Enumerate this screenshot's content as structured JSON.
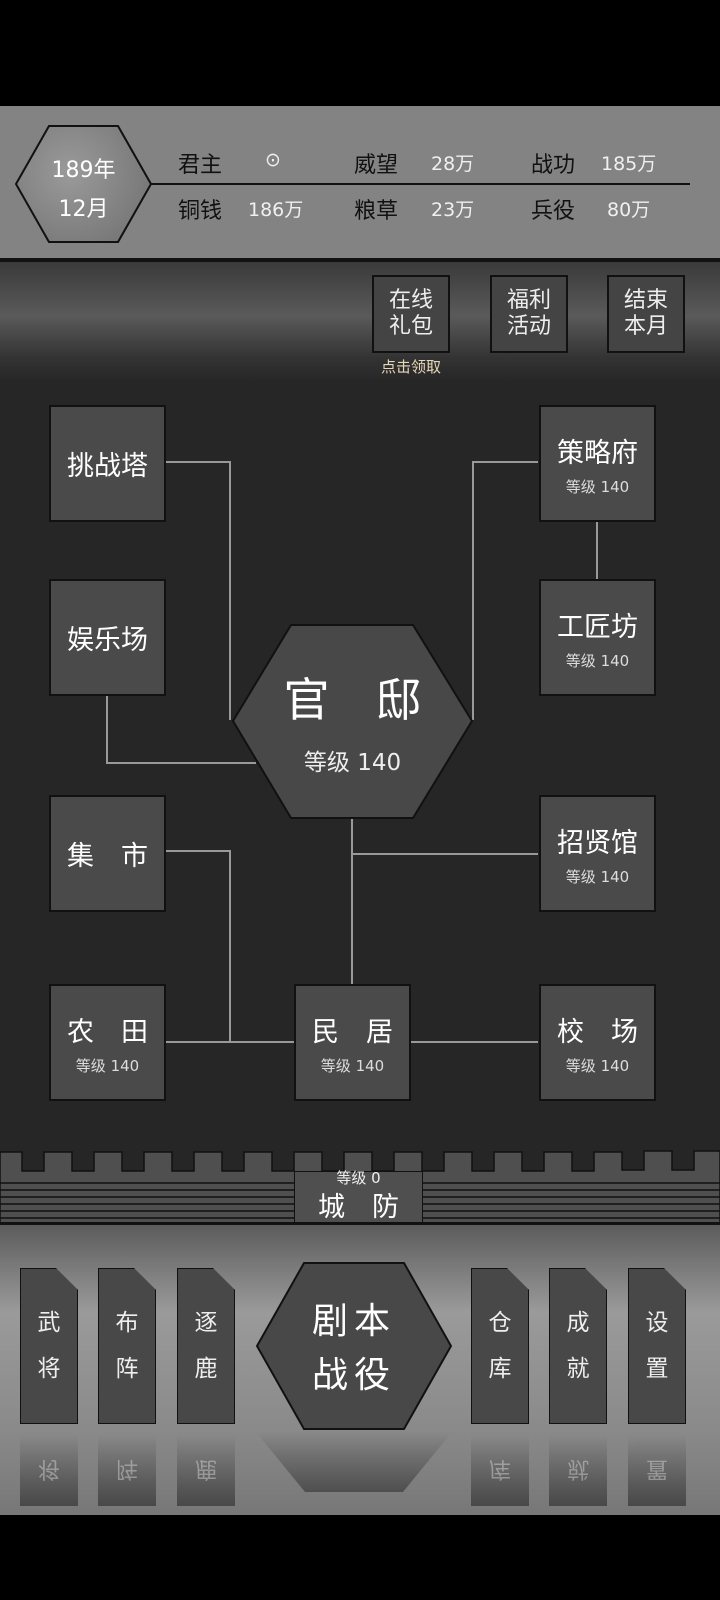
{
  "date": {
    "year": "189年",
    "month": "12月"
  },
  "stats": [
    {
      "label": "君主",
      "value": "⊙"
    },
    {
      "label": "威望",
      "value": "28万"
    },
    {
      "label": "战功",
      "value": "185万"
    },
    {
      "label": "铜钱",
      "value": "186万"
    },
    {
      "label": "粮草",
      "value": "23万"
    },
    {
      "label": "兵役",
      "value": "80万"
    }
  ],
  "top_buttons": [
    {
      "l1": "在线",
      "l2": "礼包"
    },
    {
      "l1": "福利",
      "l2": "活动"
    },
    {
      "l1": "结束",
      "l2": "本月"
    }
  ],
  "claim_hint": "点击领取",
  "center": {
    "name": "官　邸",
    "level": "等级 140"
  },
  "buildings": [
    {
      "name": "挑战塔",
      "level": ""
    },
    {
      "name": "策略府",
      "level": "等级 140"
    },
    {
      "name": "娱乐场",
      "level": ""
    },
    {
      "name": "工匠坊",
      "level": "等级 140"
    },
    {
      "name": "集　市",
      "level": ""
    },
    {
      "name": "招贤馆",
      "level": "等级 140"
    },
    {
      "name": "农　田",
      "level": "等级 140"
    },
    {
      "name": "民　居",
      "level": "等级 140"
    },
    {
      "name": "校　场",
      "level": "等级 140"
    }
  ],
  "wall": {
    "level": "等级 0",
    "name": "城　防"
  },
  "bottom_tabs": [
    {
      "c1": "武",
      "c2": "将"
    },
    {
      "c1": "布",
      "c2": "阵"
    },
    {
      "c1": "逐",
      "c2": "鹿"
    },
    {
      "c1": "仓",
      "c2": "库"
    },
    {
      "c1": "成",
      "c2": "就"
    },
    {
      "c1": "设",
      "c2": "置"
    }
  ],
  "campaign": {
    "l1": "剧本",
    "l2": "战役"
  }
}
